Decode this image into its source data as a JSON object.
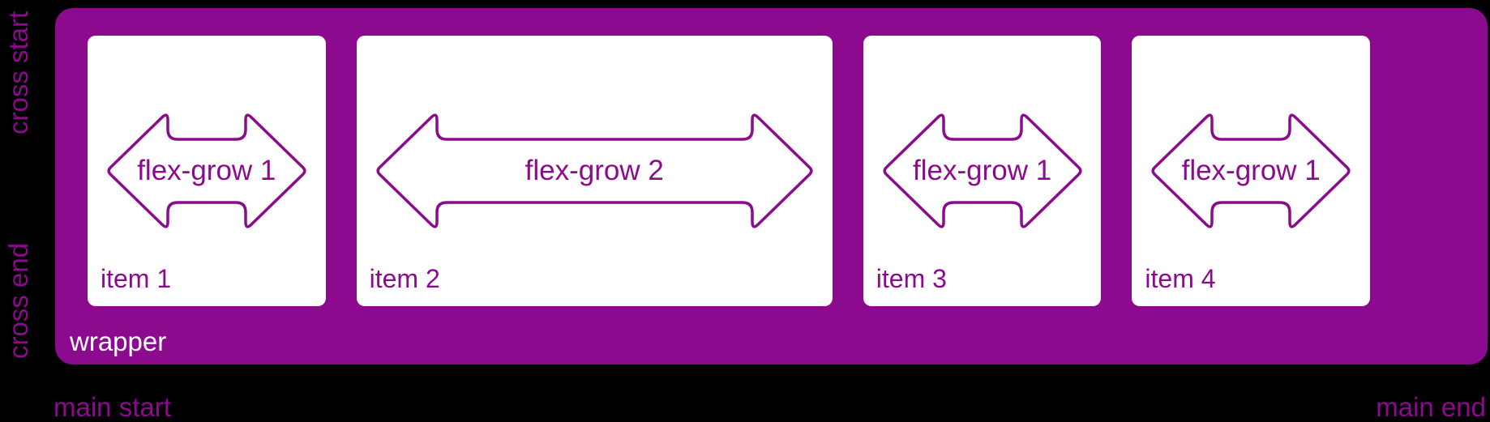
{
  "colors": {
    "purple": "#8b0a8e",
    "background": "#000000",
    "item_background": "#ffffff",
    "wrapper_label_color": "#ffffff"
  },
  "axis_labels": {
    "cross_start": "cross start",
    "cross_end": "cross end",
    "main_start": "main start",
    "main_end": "main end"
  },
  "wrapper": {
    "label": "wrapper"
  },
  "items": [
    {
      "label": "item 1",
      "arrow_label": "flex-grow 1",
      "flex_grow": 1
    },
    {
      "label": "item 2",
      "arrow_label": "flex-grow 2",
      "flex_grow": 2
    },
    {
      "label": "item 3",
      "arrow_label": "flex-grow 1",
      "flex_grow": 1
    },
    {
      "label": "item 4",
      "arrow_label": "flex-grow 1",
      "flex_grow": 1
    }
  ]
}
